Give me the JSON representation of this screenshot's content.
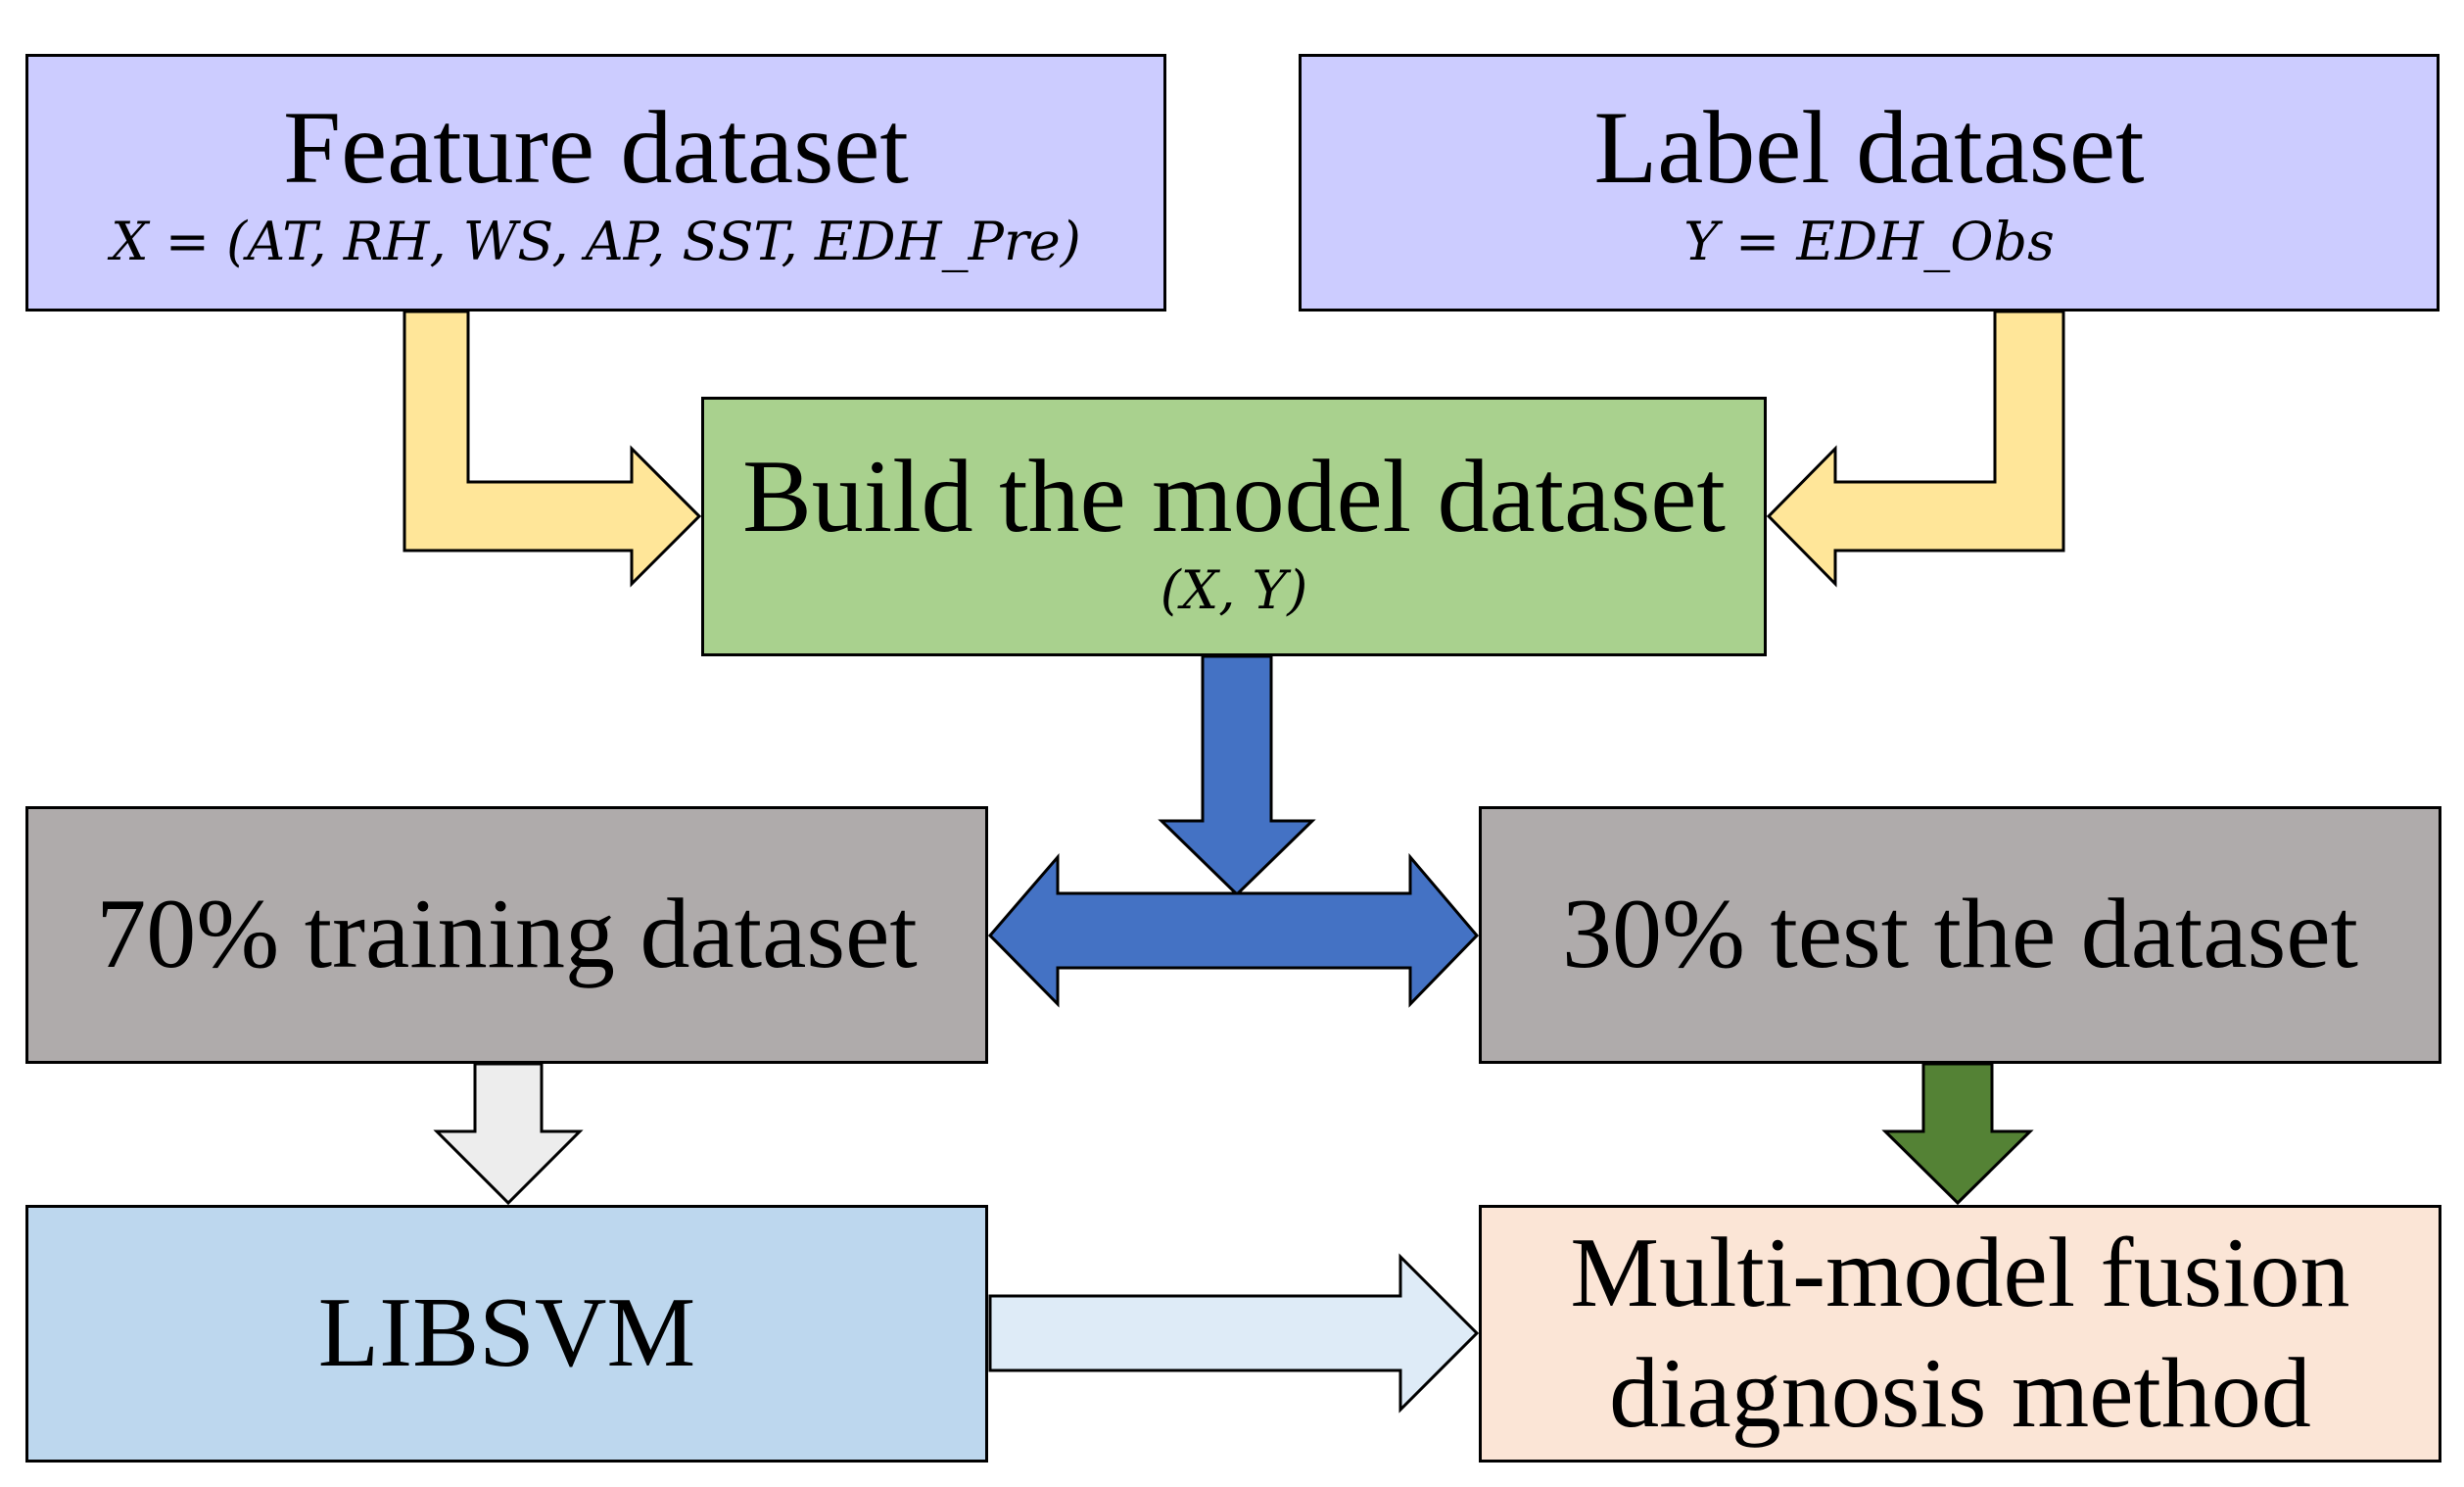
{
  "colors": {
    "input_box": "#ccccff",
    "build_box": "#a9d18e",
    "split_box": "#afabab",
    "libsvm_box": "#bdd7ee",
    "fusion_box": "#fbe5d6",
    "merge_arrow": "#ffe699",
    "split_arrow": "#4472c4",
    "train_arrow": "#ededed",
    "test_arrow": "#548235",
    "libsvm_arrow": "#deebf7"
  },
  "nodes": {
    "feature": {
      "title": "Feature dataset",
      "formula": "X = (AT, RH, WS, AP, SST, EDH_Pre)"
    },
    "label": {
      "title": "Label dataset",
      "formula": "Y = EDH_Obs"
    },
    "build": {
      "title": "Build the model dataset",
      "formula": "(X, Y)"
    },
    "train": {
      "title": "70% training dataset"
    },
    "test": {
      "title": "30% test the dataset"
    },
    "libsvm": {
      "title": "LIBSVM"
    },
    "fusion": {
      "line1": "Multi-model fusion",
      "line2": "diagnosis method"
    }
  }
}
